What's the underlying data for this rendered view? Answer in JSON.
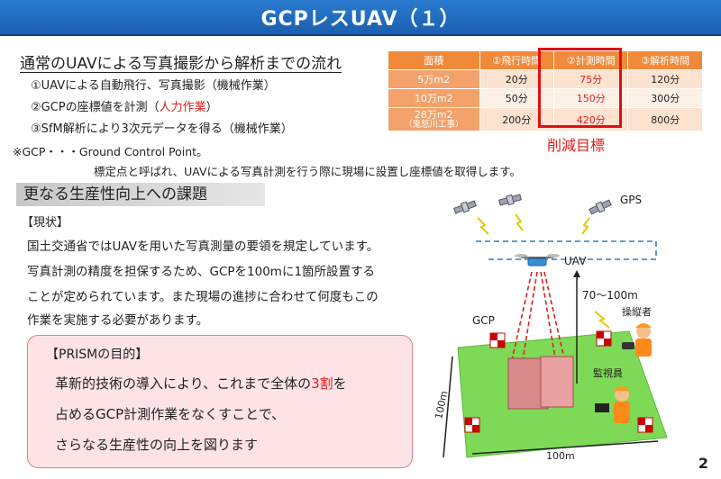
{
  "title": "GCPレスUAV（１）",
  "flow": {
    "heading": "通常のUAVによる写真撮影から解析までの流れ",
    "step1": "①UAVによる自動飛行、写真撮影（機械作業）",
    "step2_pre": "②GCPの座標値を計測（",
    "step2_hl": "人力作業",
    "step2_post": "）",
    "step3": "③SfM解析により3次元データを得る（機械作業）"
  },
  "note": {
    "line1": "※GCP・・・Ground Control Point。",
    "line2": "標定点と呼ばれ、UAVによる写真計測を行う際に現場に設置し座標値を取得します。"
  },
  "table": {
    "headers": [
      "面積",
      "①飛行時間",
      "②計測時間",
      "③解析時間"
    ],
    "rows": [
      {
        "area": "5万m2",
        "area_sub": "",
        "flight": "20分",
        "measure": "75分",
        "analysis": "120分"
      },
      {
        "area": "10万m2",
        "area_sub": "",
        "flight": "50分",
        "measure": "150分",
        "analysis": "300分"
      },
      {
        "area": "28万m2",
        "area_sub": "（鬼怒川工事）",
        "flight": "200分",
        "measure": "420分",
        "analysis": "800分"
      }
    ],
    "reduce_label": "削減目標"
  },
  "section2": {
    "heading": "更なる生産性向上への課題",
    "status": "【現状】",
    "lines": [
      "国土交通省ではUAVを用いた写真測量の要領を規定しています。",
      "写真計測の精度を担保するため、GCPを100mに1箇所設置する",
      "ことが定められています。また現場の進捗に合わせて何度もこの",
      "作業を実施する必要があります。"
    ]
  },
  "purpose": {
    "title": "【PRISMの目的】",
    "line1_pre": "革新的技術の導入により、これまで全体の",
    "line1_hl": "3割",
    "line1_post": "を",
    "line2": "占めるGCP計測作業をなくすことで、",
    "line3": "さらなる生産性の向上を図ります"
  },
  "diagram": {
    "gps": "GPS",
    "uav": "UAV",
    "height": "70～100m",
    "gcp": "GCP",
    "operator": "操縦者",
    "supervisor": "監視員",
    "side_left": "100m",
    "side_bottom": "100m"
  },
  "colors": {
    "title_blue": "#1b5fae",
    "table_orange": "#f08a3a",
    "accent_red": "#e02020",
    "field_green": "#7ed957"
  },
  "page_number": "2"
}
